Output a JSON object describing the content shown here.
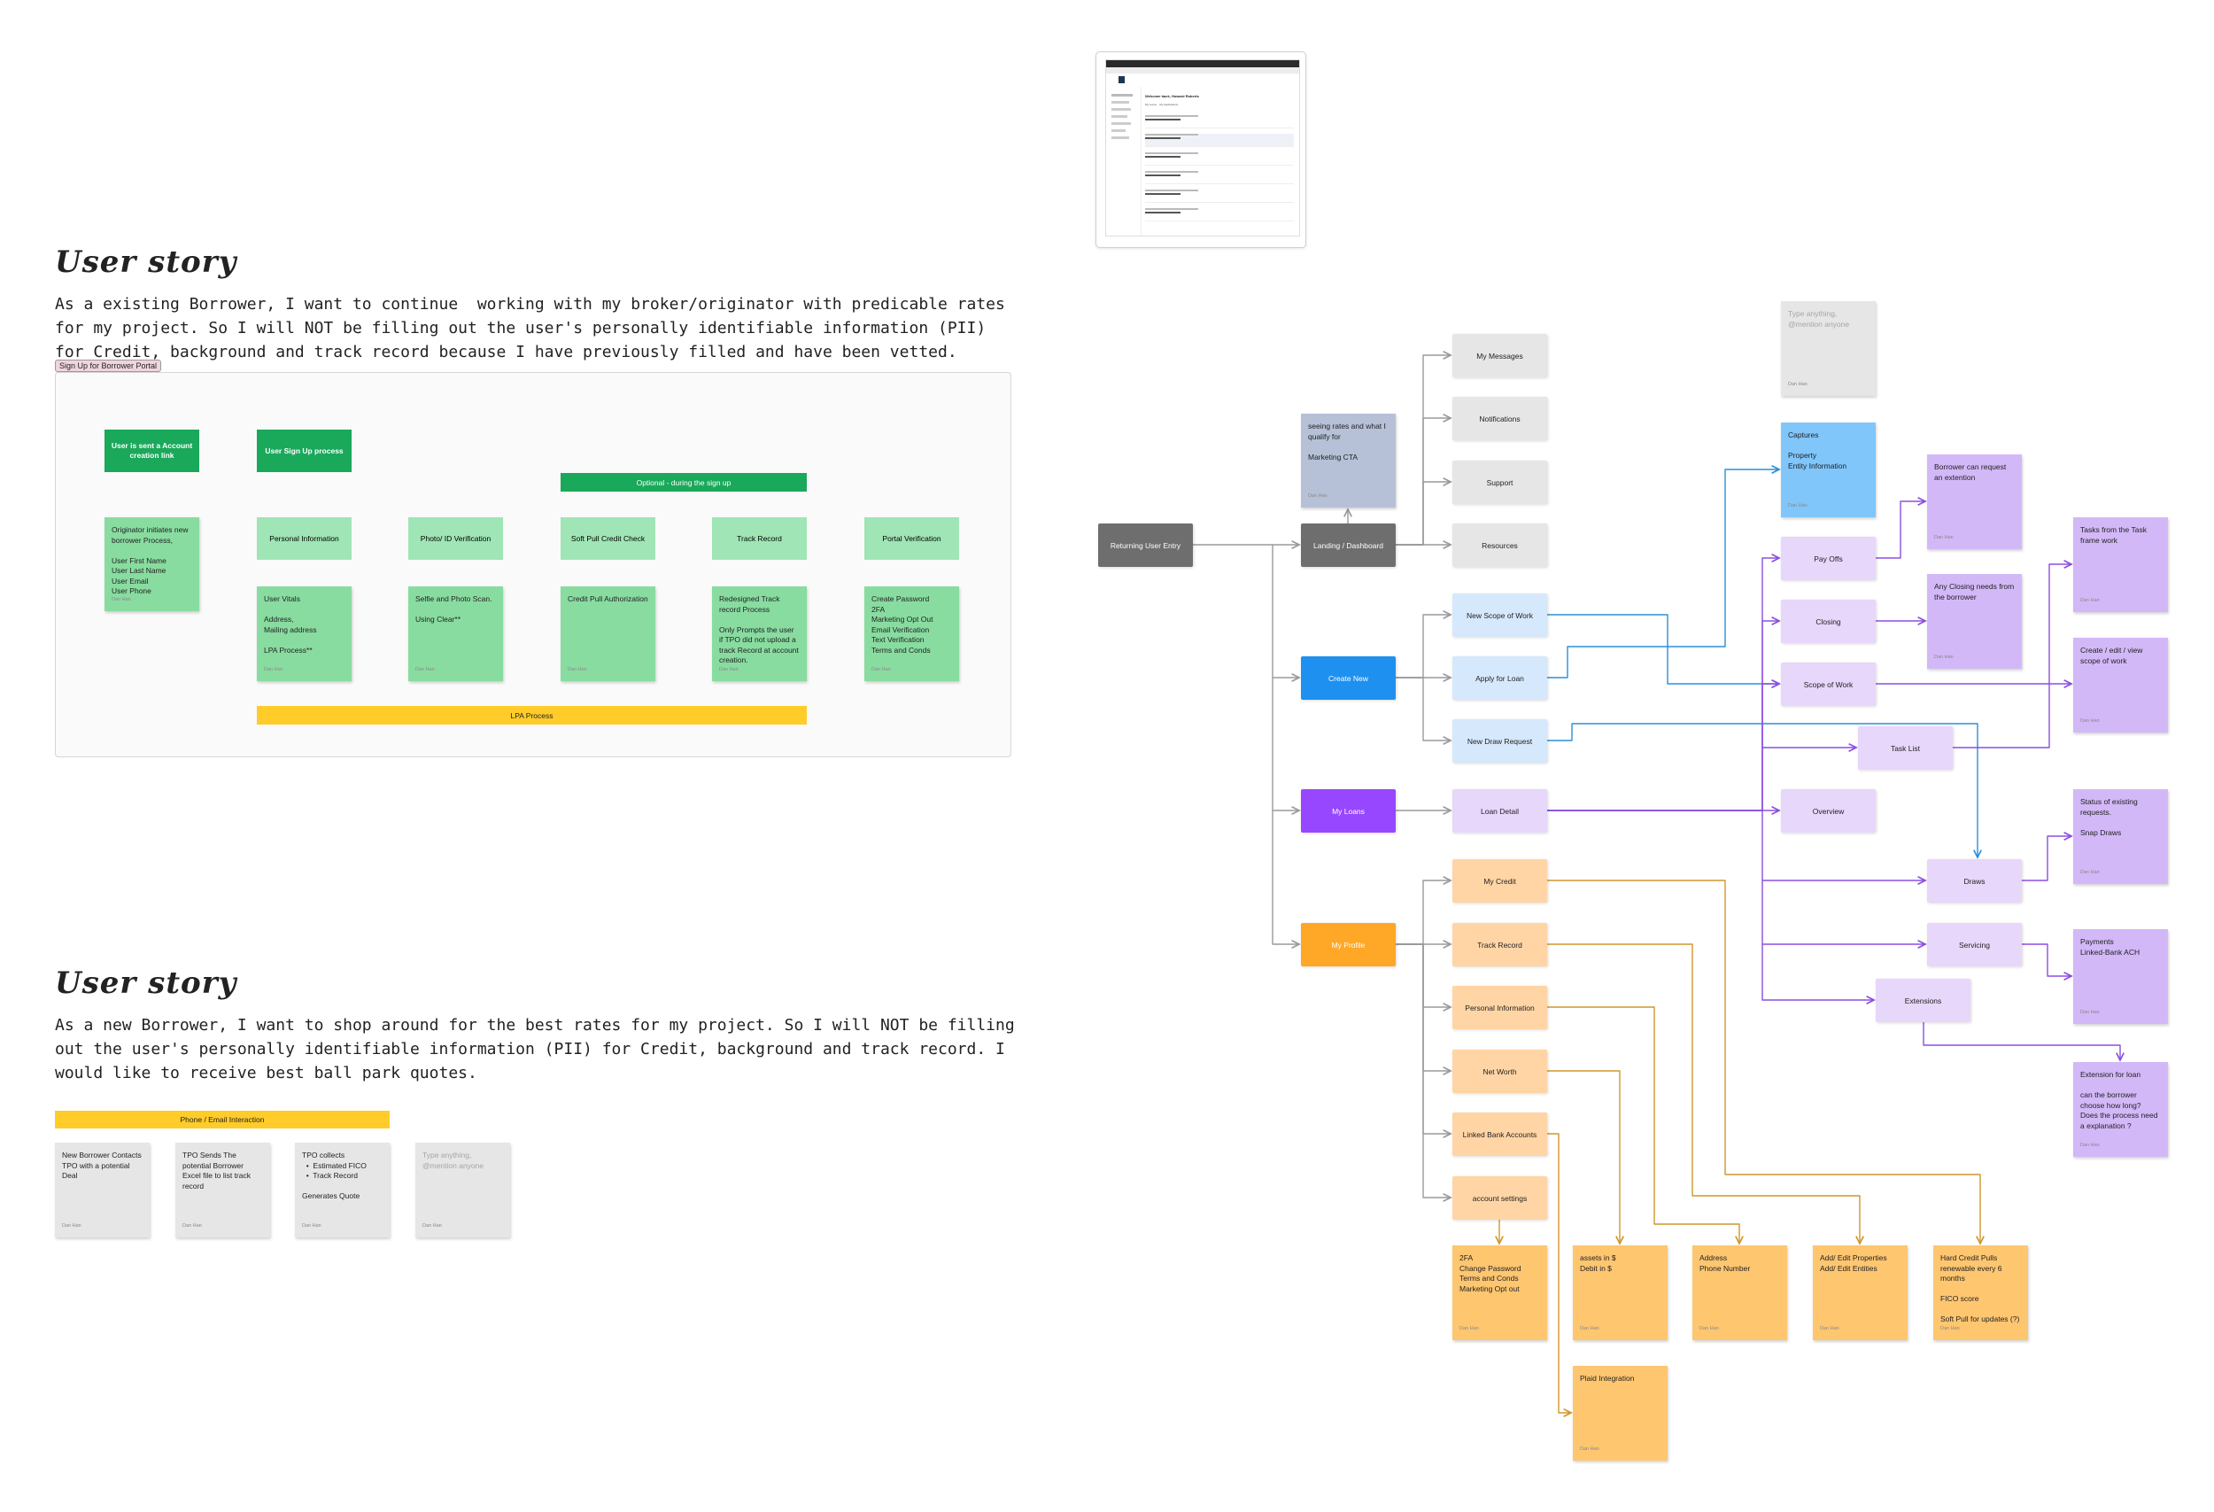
{
  "colors": {
    "green_dark": "#1aa85a",
    "green_light": "#9fe5b5",
    "green_sticky": "#88dca0",
    "yellow_bar": "#ffcc29",
    "gray_node": "#6e6e6e",
    "gray_light": "#e6e6e6",
    "blue": "#1e90f0",
    "blue_light": "#d6e8fb",
    "sky": "#80c6fb",
    "purple": "#9747ff",
    "purple_light": "#e7d7fb",
    "purple_sticky": "#d3b8f8",
    "orange": "#ffa726",
    "orange_light": "#ffd5a5",
    "orange_sticky": "#ffc670",
    "slate": "#b6c1d7",
    "line_gray": "#9a9a9a",
    "line_blue": "#2b8fd8",
    "line_purple": "#8c4ee0",
    "line_orange": "#d1962d",
    "line_green": "#1aa85a"
  },
  "story1": {
    "title": "User story",
    "text": "As a existing Borrower, I want to continue  working with my broker/originator with predicable rates for my project. So I will NOT be filling out the user's personally identifiable information (PII) for Credit, background and track record because I have previously filled and have been vetted."
  },
  "story2": {
    "title": "User story",
    "text": "As a new Borrower, I want to shop around for the best rates for my project. So I will NOT be filling out the user's personally identifiable information (PII) for Credit, background and track record. I would like to receive best ball park quotes."
  },
  "signup": {
    "frame_label": "Sign Up for Borrower Portal",
    "account_link": "User is sent a Account creation link",
    "signup_process": "User Sign Up process",
    "optional_bar": "Optional - during the sign up",
    "lpa_bar": "LPA Process",
    "steps": [
      "Personal Information",
      "Photo/ ID Verification",
      "Soft Pull Credit Check",
      "Track Record",
      "Portal Verification"
    ],
    "originator_note": "Originator initiates new borrower Process,\n\nUser First Name\nUser Last Name\nUser Email\nUser Phone",
    "notes": [
      "User Vitals\n\nAddress,\nMailing address\n\nLPA Process**",
      "Selfie and Photo Scan.\n\nUsing Clear**",
      "Credit Pull Authorization",
      "Redesigned Track record Process\n\nOnly Prompts the user if TPO did not upload a track Record at account creation.",
      "Create Password\n2FA\nMarketing Opt Out\nEmail Verification\nText Verification\nTerms and Conds"
    ],
    "author": "Dan Han"
  },
  "phone_flow": {
    "bar": "Phone / Email Interaction",
    "cards": [
      "New Borrower Contacts TPO with a potential Deal",
      "TPO Sends The potential Borrower Excel file to list track record",
      "TPO collects\n  •  Estimated FICO\n  •  Track Record\n\nGenerates Quote"
    ],
    "placeholder": "Type anything, @mention anyone",
    "author": "Dan Han"
  },
  "thumbnail": {
    "heading": "Welcome back, Howard Roberts",
    "tabs": "My Loans    My Applications"
  },
  "sitemap": {
    "entry": "Returning User Entry",
    "landing": "Landing / Dashboard",
    "landing_note": "seeing rates and what I qualify for\n\nMarketing CTA",
    "landing_children": [
      "My Messages",
      "Notifications",
      "Support",
      "Resources"
    ],
    "create_new": "Create New",
    "create_children": [
      "New Scope of Work",
      "Apply for Loan",
      "New Draw Request"
    ],
    "my_loans": "My Loans",
    "loan_detail": "Loan Detail",
    "my_profile": "My Profile",
    "profile_children": [
      "My Credit",
      "Track Record",
      "Personal Information",
      "Net Worth",
      "Linked Bank Accounts",
      "account settings"
    ],
    "captures_note": "Captures\n\nProperty\nEntity Information",
    "top_placeholder": "Type anything, @mention anyone",
    "loan_sections": [
      "Pay Offs",
      "Closing",
      "Scope of Work",
      "Task List",
      "Overview",
      "Draws",
      "Servicing",
      "Extensions"
    ],
    "purple_notes": [
      "Borrower can request an extention",
      "Any Closing needs from the borrower",
      "Tasks from the Task frame work",
      "Create / edit / view scope of work",
      "Status of existing requests.\n\nSnap Draws",
      "Payments\nLinked-Bank ACH",
      "Extension for loan\n\ncan the borrower choose how long?  Does the process need a explanation ?"
    ],
    "orange_notes": [
      "2FA\nChange Password\nTerms and Conds\nMarketing Opt out",
      "assets in $\nDebit in $",
      "Address\nPhone Number",
      "Add/ Edit Properties\nAdd/ Edit Entities",
      "Hard Credit Pulls\nrenewable every 6 months\n\nFICO score\n\nSoft Pull for updates (?)",
      "Plaid Integration"
    ],
    "author": "Dan Han"
  }
}
